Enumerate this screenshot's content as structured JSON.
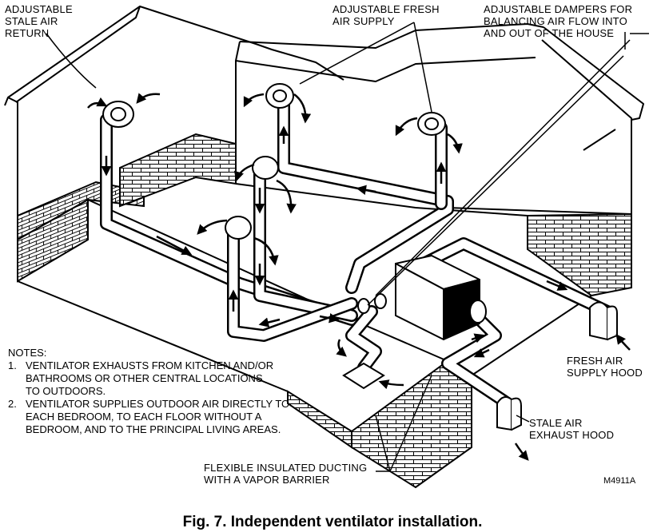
{
  "labels": {
    "stale_return": [
      "ADJUSTABLE",
      "STALE AIR",
      "RETURN"
    ],
    "fresh_supply": [
      "ADJUSTABLE FRESH",
      "AIR SUPPLY"
    ],
    "dampers": [
      "ADJUSTABLE DAMPERS FOR",
      "BALANCING AIR FLOW INTO",
      "AND OUT OF THE HOUSE"
    ],
    "fresh_hood": [
      "FRESH AIR",
      "SUPPLY HOOD"
    ],
    "stale_hood": [
      "STALE AIR",
      "EXHAUST HOOD"
    ],
    "ducting": [
      "FLEXIBLE INSULATED DUCTING",
      "WITH A VAPOR BARRIER"
    ]
  },
  "notes": {
    "title": "NOTES:",
    "items": [
      {
        "num": "1.",
        "lines": [
          "VENTILATOR EXHAUSTS FROM KITCHEN AND/OR",
          "BATHROOMS OR OTHER CENTRAL LOCATIONS",
          "TO OUTDOORS."
        ]
      },
      {
        "num": "2.",
        "lines": [
          "VENTILATOR SUPPLIES OUTDOOR AIR DIRECTLY TO",
          "EACH  BEDROOM, TO EACH FLOOR WITHOUT A",
          "BEDROOM, AND TO THE PRINCIPAL LIVING AREAS."
        ]
      }
    ]
  },
  "figure_id": "M4911A",
  "caption": "Fig. 7. Independent ventilator installation."
}
